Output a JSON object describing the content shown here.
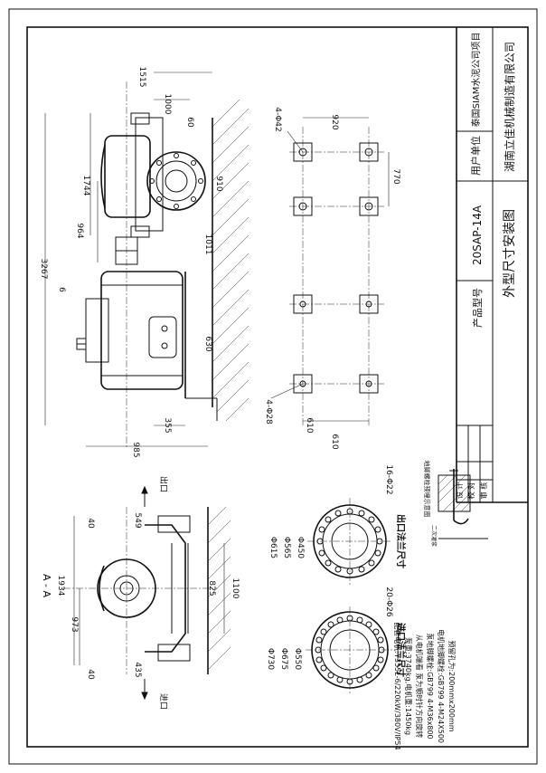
{
  "title_block": {
    "design": "设 计",
    "check": "校 对",
    "approve": "审 核",
    "product_model_label": "产品型号",
    "product_model": "20SAP-14A",
    "drawing_name": "外型尺寸安装图",
    "user_unit_label": "用户单位",
    "user_unit": "泰国SIAM水泥公司项目",
    "company": "湖南立佳机械制造有限公司"
  },
  "plan_view": {
    "dims": {
      "d1515": "1515",
      "d1000": "1000",
      "d60": "60",
      "d910": "910",
      "d1744": "1744",
      "d964": "964",
      "d3267": "3267",
      "d6": "6",
      "d1011": "1011",
      "d630": "630",
      "d355": "355",
      "d985": "985"
    }
  },
  "foundation_plan": {
    "bolt_top": "4-Φ42",
    "bolt_bottom": "4-Φ28",
    "d920": "920",
    "d770": "770",
    "d610": "610",
    "d610b": "610"
  },
  "section_view": {
    "title": "A - A",
    "outlet": "出口",
    "inlet": "进口",
    "d40a": "40",
    "d40b": "40",
    "d549": "549",
    "d1934": "1934",
    "d973": "973",
    "d825": "825",
    "d1100": "1100",
    "d435": "435"
  },
  "flanges": {
    "outlet": {
      "title": "出口法兰尺寸",
      "bolts": "16-Φ22",
      "d1": "Φ615",
      "d2": "Φ565",
      "d3": "Φ450"
    },
    "inlet": {
      "title": "进口法兰尺寸",
      "bolts": "20-Φ26",
      "d1": "Φ730",
      "d2": "Φ675",
      "d3": "Φ550"
    }
  },
  "anchor_detail": {
    "title": "地脚螺栓预埋示意图",
    "label": "二次灌浆"
  },
  "notes": [
    "配套电机:Y355L-6/220kW/380V/IP54",
    "泵重:3740kg,电机重:1450kg",
    "从电机端看 泵为顺时针方向旋转",
    "泵地脚螺栓:GB799 4-M36x800",
    "电机地脚螺栓:GB799 4-M24X500",
    "预留孔为:200mmx200mm"
  ]
}
